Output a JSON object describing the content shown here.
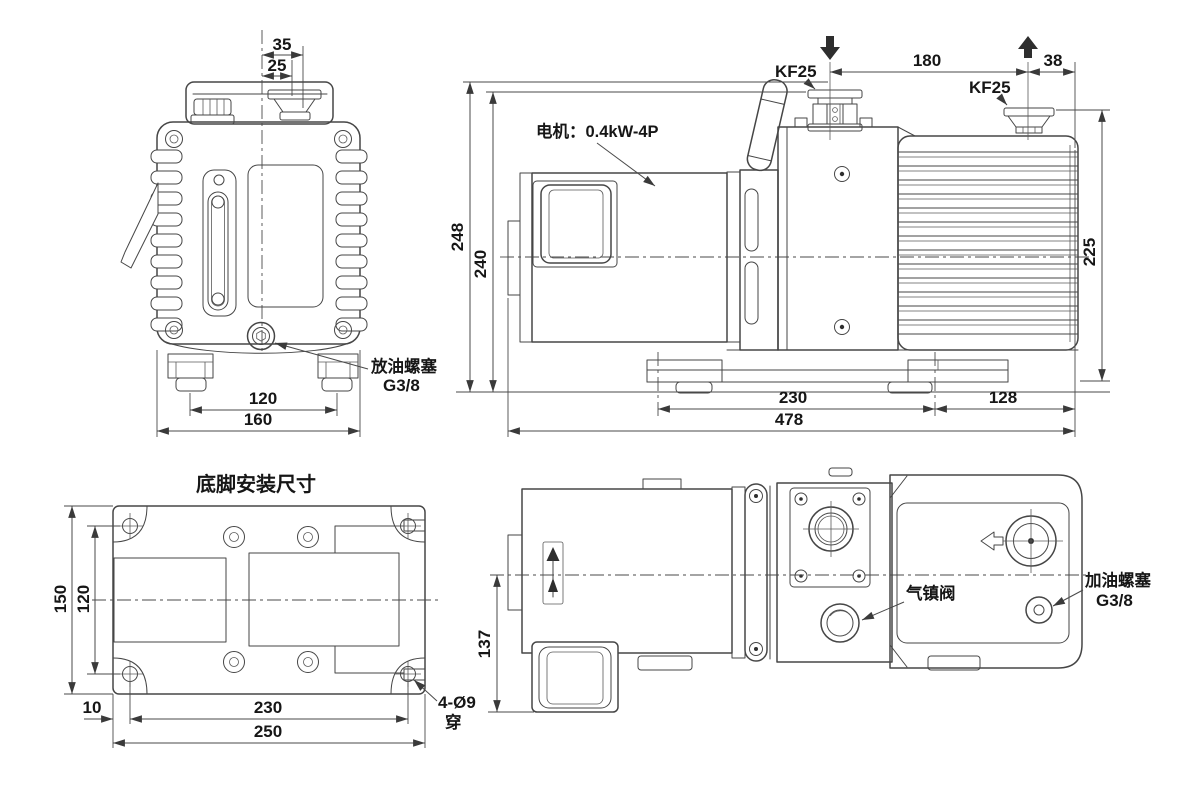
{
  "views": {
    "front": {
      "dims": {
        "port_offset_outer": "35",
        "port_offset_inner": "25",
        "feet_span": "120",
        "overall_width": "160"
      },
      "annotations": {
        "drain_plug": "放油螺塞",
        "drain_plug_thread": "G3/8"
      }
    },
    "side": {
      "dims": {
        "inlet_to_exhaust": "180",
        "exhaust_to_edge": "38",
        "inlet_height": "248",
        "exhaust_height": "240",
        "body_height": "225",
        "feet_span": "230",
        "foot_to_end": "128",
        "overall_length": "478"
      },
      "annotations": {
        "motor": "电机：0.4kW-4P",
        "inlet_port": "KF25",
        "exhaust_port": "KF25"
      }
    },
    "foot": {
      "title": "底脚安装尺寸",
      "dims": {
        "plate_depth": "150",
        "hole_span_depth": "120",
        "edge_to_hole": "10",
        "hole_span_width": "230",
        "plate_width": "250"
      },
      "annotations": {
        "holes": "4-Ø9",
        "holes_through": "穿"
      }
    },
    "top": {
      "dims": {
        "center_to_box": "137"
      },
      "annotations": {
        "gas_ballast": "气镇阀",
        "fill_plug": "加油螺塞",
        "fill_plug_thread": "G3/8"
      }
    }
  }
}
